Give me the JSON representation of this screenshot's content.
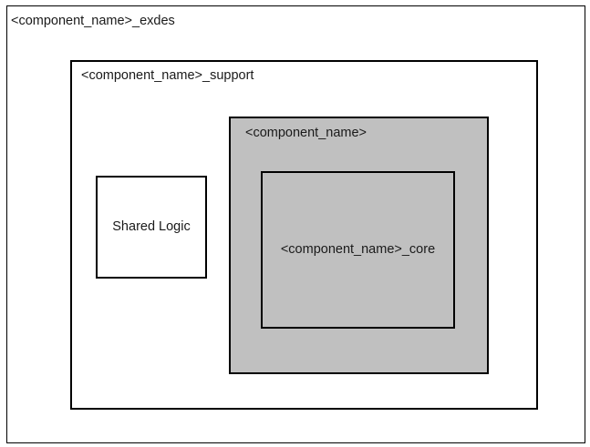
{
  "diagram": {
    "exdes": {
      "label": "<component_name>_exdes",
      "fill": "#ffffff"
    },
    "support": {
      "label": "<component_name>_support",
      "fill": "#ffffff"
    },
    "component": {
      "label": "<component_name>",
      "fill": "#c0c0c0"
    },
    "core": {
      "label": "<component_name>_core",
      "fill": "#c0c0c0"
    },
    "shared_logic": {
      "label": "Shared Logic",
      "fill": "#ffffff"
    }
  }
}
